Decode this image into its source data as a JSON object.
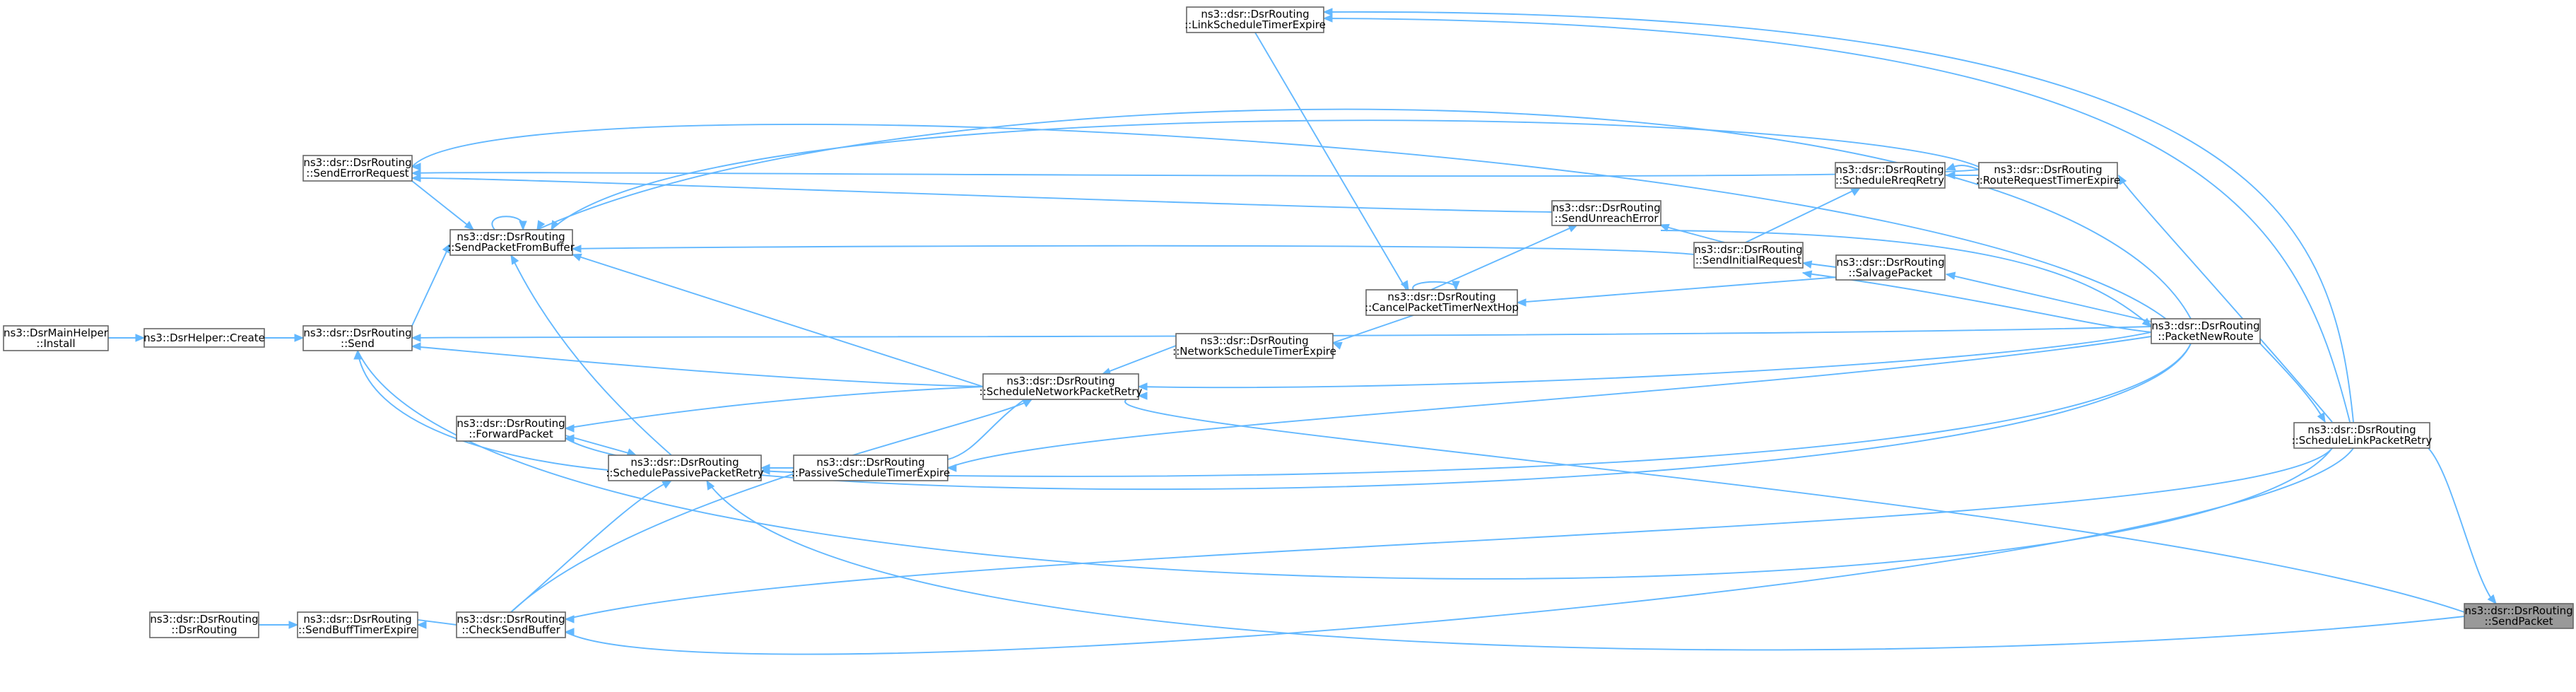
{
  "nodes": {
    "sendpacket": {
      "line1": "ns3::dsr::DsrRouting",
      "line2": "::SendPacket"
    },
    "schedulelinkpacketretry": {
      "line1": "ns3::dsr::DsrRouting",
      "line2": "::ScheduleLinkPacketRetry"
    },
    "packetnewroute": {
      "line1": "ns3::dsr::DsrRouting",
      "line2": "::PacketNewRoute"
    },
    "linkscheduletimerexpire": {
      "line1": "ns3::dsr::DsrRouting",
      "line2": "::LinkScheduleTimerExpire"
    },
    "routerequesttimerexpire": {
      "line1": "ns3::dsr::DsrRouting",
      "line2": "::RouteRequestTimerExpire"
    },
    "schedulereqretry": {
      "line1": "ns3::dsr::DsrRouting",
      "line2": "::ScheduleRreqRetry"
    },
    "sendunreacherror": {
      "line1": "ns3::dsr::DsrRouting",
      "line2": "::SendUnreachError"
    },
    "sendinitialrequest": {
      "line1": "ns3::dsr::DsrRouting",
      "line2": "::SendInitialRequest"
    },
    "salvagepacket": {
      "line1": "ns3::dsr::DsrRouting",
      "line2": "::SalvagePacket"
    },
    "cancelpackettimernexthop": {
      "line1": "ns3::dsr::DsrRouting",
      "line2": "::CancelPacketTimerNextHop"
    },
    "networkscheduletimerexpire": {
      "line1": "ns3::dsr::DsrRouting",
      "line2": "::NetworkScheduleTimerExpire"
    },
    "schedulenetworkpacketretry": {
      "line1": "ns3::dsr::DsrRouting",
      "line2": "::ScheduleNetworkPacketRetry"
    },
    "passivescheduletimerexpire": {
      "line1": "ns3::dsr::DsrRouting",
      "line2": "::PassiveScheduleTimerExpire"
    },
    "schedulepassivepacketretry": {
      "line1": "ns3::dsr::DsrRouting",
      "line2": "::SchedulePassivePacketRetry"
    },
    "senderrorrequest": {
      "line1": "ns3::dsr::DsrRouting",
      "line2": "::SendErrorRequest"
    },
    "sendpacketfrombuffer": {
      "line1": "ns3::dsr::DsrRouting",
      "line2": "::SendPacketFromBuffer"
    },
    "send": {
      "line1": "ns3::dsr::DsrRouting",
      "line2": "::Send"
    },
    "forwardpacket": {
      "line1": "ns3::dsr::DsrRouting",
      "line2": "::ForwardPacket"
    },
    "checksendbuffer": {
      "line1": "ns3::dsr::DsrRouting",
      "line2": "::CheckSendBuffer"
    },
    "sendbufftimerexpire": {
      "line1": "ns3::dsr::DsrRouting",
      "line2": "::SendBuffTimerExpire"
    },
    "dsrrouting": {
      "line1": "ns3::dsr::DsrRouting",
      "line2": "::DsrRouting"
    },
    "dsrhelpercreate": {
      "line1": "ns3::DsrHelper::Create"
    },
    "dsrmainhelperinstall": {
      "line1": "ns3::DsrMainHelper",
      "line2": "::Install"
    }
  },
  "colors": {
    "edge": "#63b8ff",
    "node_border": "#666666",
    "highlight_fill": "#999999"
  }
}
